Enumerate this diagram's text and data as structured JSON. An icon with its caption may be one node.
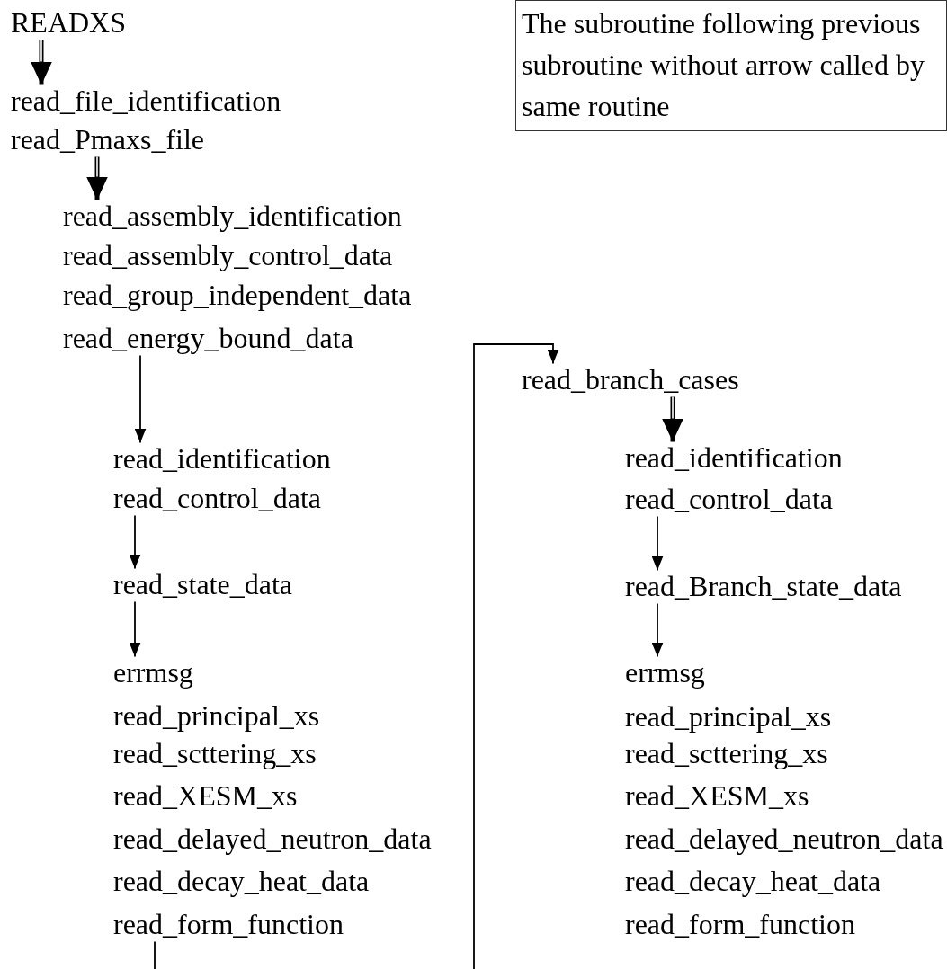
{
  "diagram": {
    "nodes": [
      {
        "text": [
          "READXS"
        ]
      },
      {
        "text": [
          "read_file_identification"
        ]
      },
      {
        "text": [
          "read_Pmaxs_file"
        ]
      },
      {
        "text": [
          "read_assembly_identification"
        ]
      },
      {
        "text": [
          "read_assembly_control_data"
        ]
      },
      {
        "text": [
          "read_group_independent_data"
        ]
      },
      {
        "text": [
          "read_energy_bound_data"
        ]
      },
      {
        "text": [
          "read_identification"
        ]
      },
      {
        "text": [
          "read_control_data"
        ]
      },
      {
        "text": [
          "read_state_data"
        ]
      },
      {
        "text": [
          "errmsg"
        ]
      },
      {
        "text": [
          "read_principal_xs"
        ]
      },
      {
        "text": [
          "read_scttering_xs"
        ]
      },
      {
        "text": [
          "read_XESM_xs"
        ]
      },
      {
        "text": [
          "read_delayed_neutron_data"
        ]
      },
      {
        "text": [
          "read_decay_heat_data"
        ]
      },
      {
        "text": [
          "read_form_function"
        ]
      },
      {
        "text": [
          "read_branch_cases"
        ]
      },
      {
        "text": [
          "read_identification"
        ]
      },
      {
        "text": [
          "read_control_data"
        ]
      },
      {
        "text": [
          "read_Branch_state_data"
        ]
      },
      {
        "text": [
          "errmsg"
        ]
      },
      {
        "text": [
          "read_principal_xs"
        ]
      },
      {
        "text": [
          "read_scttering_xs"
        ]
      },
      {
        "text": [
          "read_XESM_xs"
        ]
      },
      {
        "text": [
          "read_delayed_neutron_data"
        ]
      },
      {
        "text": [
          "read_decay_heat_data"
        ]
      },
      {
        "text": [
          "read_form_function"
        ]
      },
      {
        "text": [
          "The subroutine following previous subroutine without arrow called by same routine"
        ]
      }
    ],
    "edges": [
      {
        "from": 0,
        "to": 1,
        "arrow": "to",
        "style": "thick"
      },
      {
        "from": 2,
        "to": 3,
        "arrow": "to",
        "style": "thick"
      },
      {
        "from": 6,
        "to": 7,
        "arrow": "to"
      },
      {
        "from": 8,
        "to": 9,
        "arrow": "to"
      },
      {
        "from": 9,
        "to": 10,
        "arrow": "to"
      },
      {
        "from": 16,
        "to": null,
        "arrow": "none"
      },
      {
        "from": null,
        "to": 17,
        "arrow": "to"
      },
      {
        "from": 17,
        "to": 18,
        "arrow": "to",
        "style": "thick"
      },
      {
        "from": 19,
        "to": 20,
        "arrow": "to"
      },
      {
        "from": 20,
        "to": 21,
        "arrow": "to"
      }
    ]
  }
}
